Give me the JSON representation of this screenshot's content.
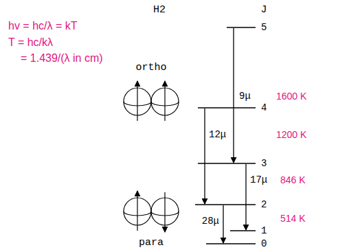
{
  "diagram": {
    "labels": [
      "hv = hc/λ = kT",
      "T = hc/kλ",
      "= 1.439/(λ in cm)",
      "H2",
      "J",
      "ortho",
      "para",
      "5",
      "4",
      "3",
      "2",
      "1",
      "0",
      "9μ",
      "12μ",
      "17μ",
      "28μ",
      "1600 K",
      "1200 K",
      "846 K",
      "514 K"
    ]
  }
}
